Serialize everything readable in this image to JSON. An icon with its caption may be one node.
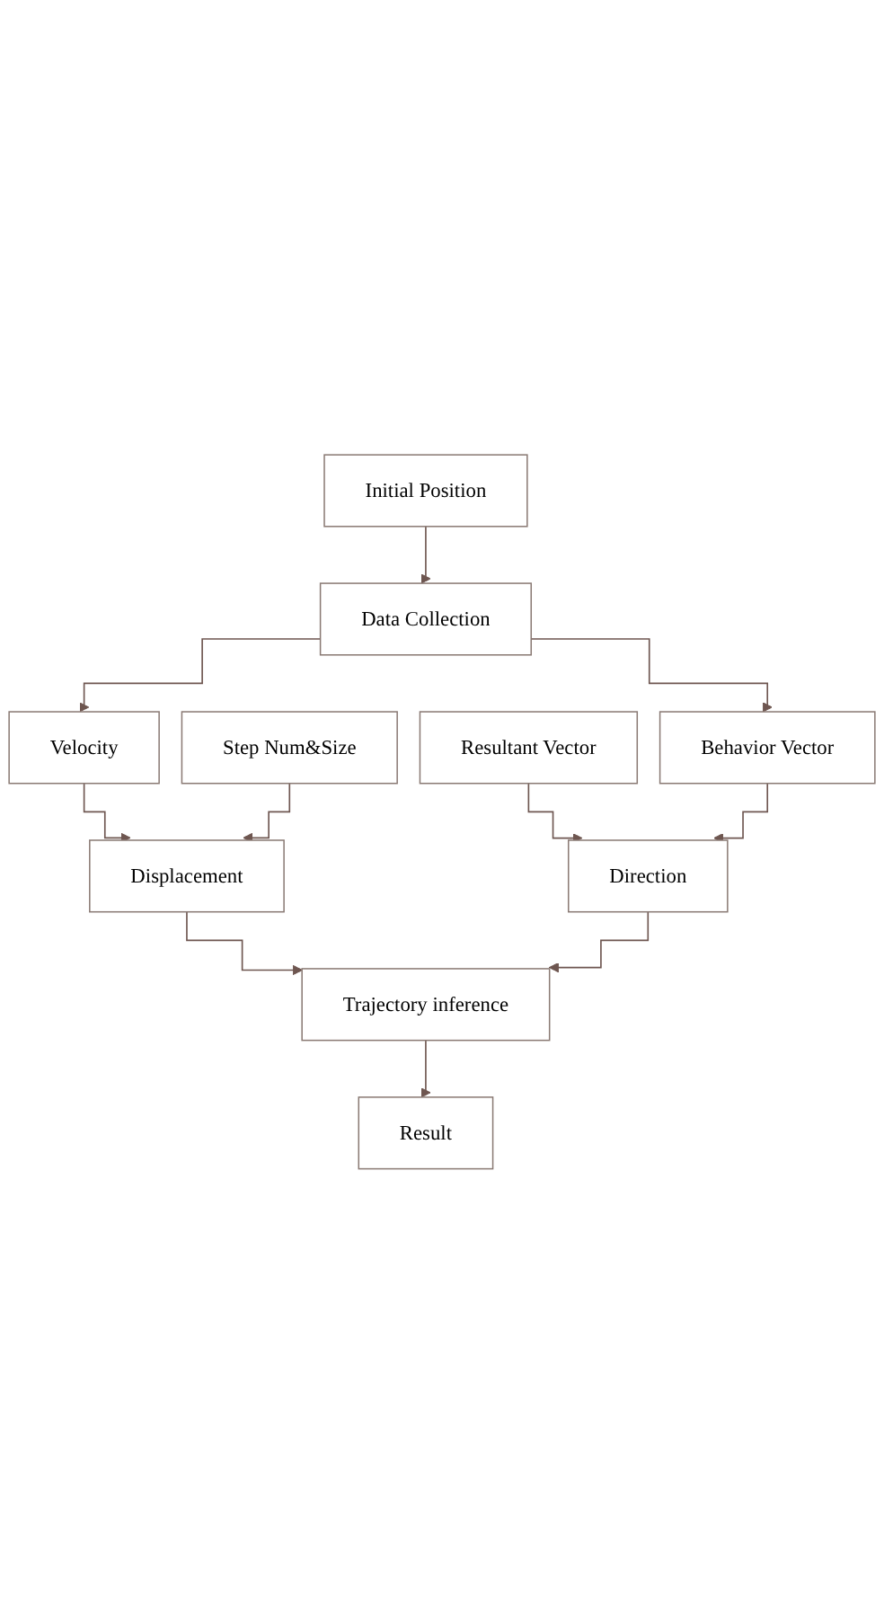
{
  "diagram": {
    "nodes": [
      {
        "text": [
          "Initial Position"
        ]
      },
      {
        "text": [
          "Data Collection"
        ]
      },
      {
        "text": [
          "Velocity"
        ]
      },
      {
        "text": [
          "Step Num&Size"
        ]
      },
      {
        "text": [
          "Resultant Vector"
        ]
      },
      {
        "text": [
          "Behavior Vector"
        ]
      },
      {
        "text": [
          "Displacement"
        ]
      },
      {
        "text": [
          "Direction"
        ]
      },
      {
        "text": [
          "Trajectory inference"
        ]
      },
      {
        "text": [
          "Result"
        ]
      }
    ],
    "edges": [
      {
        "from": 0,
        "to": 1,
        "arrow": "to"
      },
      {
        "from": 1,
        "to": 2,
        "arrow": "to"
      },
      {
        "from": 1,
        "to": 5,
        "arrow": "to"
      },
      {
        "from": 2,
        "to": 6,
        "arrow": "to"
      },
      {
        "from": 3,
        "to": 6,
        "arrow": "to"
      },
      {
        "from": 4,
        "to": 7,
        "arrow": "to"
      },
      {
        "from": 5,
        "to": 7,
        "arrow": "to"
      },
      {
        "from": 6,
        "to": 8,
        "arrow": "to"
      },
      {
        "from": 7,
        "to": 8,
        "arrow": "to"
      },
      {
        "from": 8,
        "to": 9,
        "arrow": "to"
      }
    ]
  }
}
